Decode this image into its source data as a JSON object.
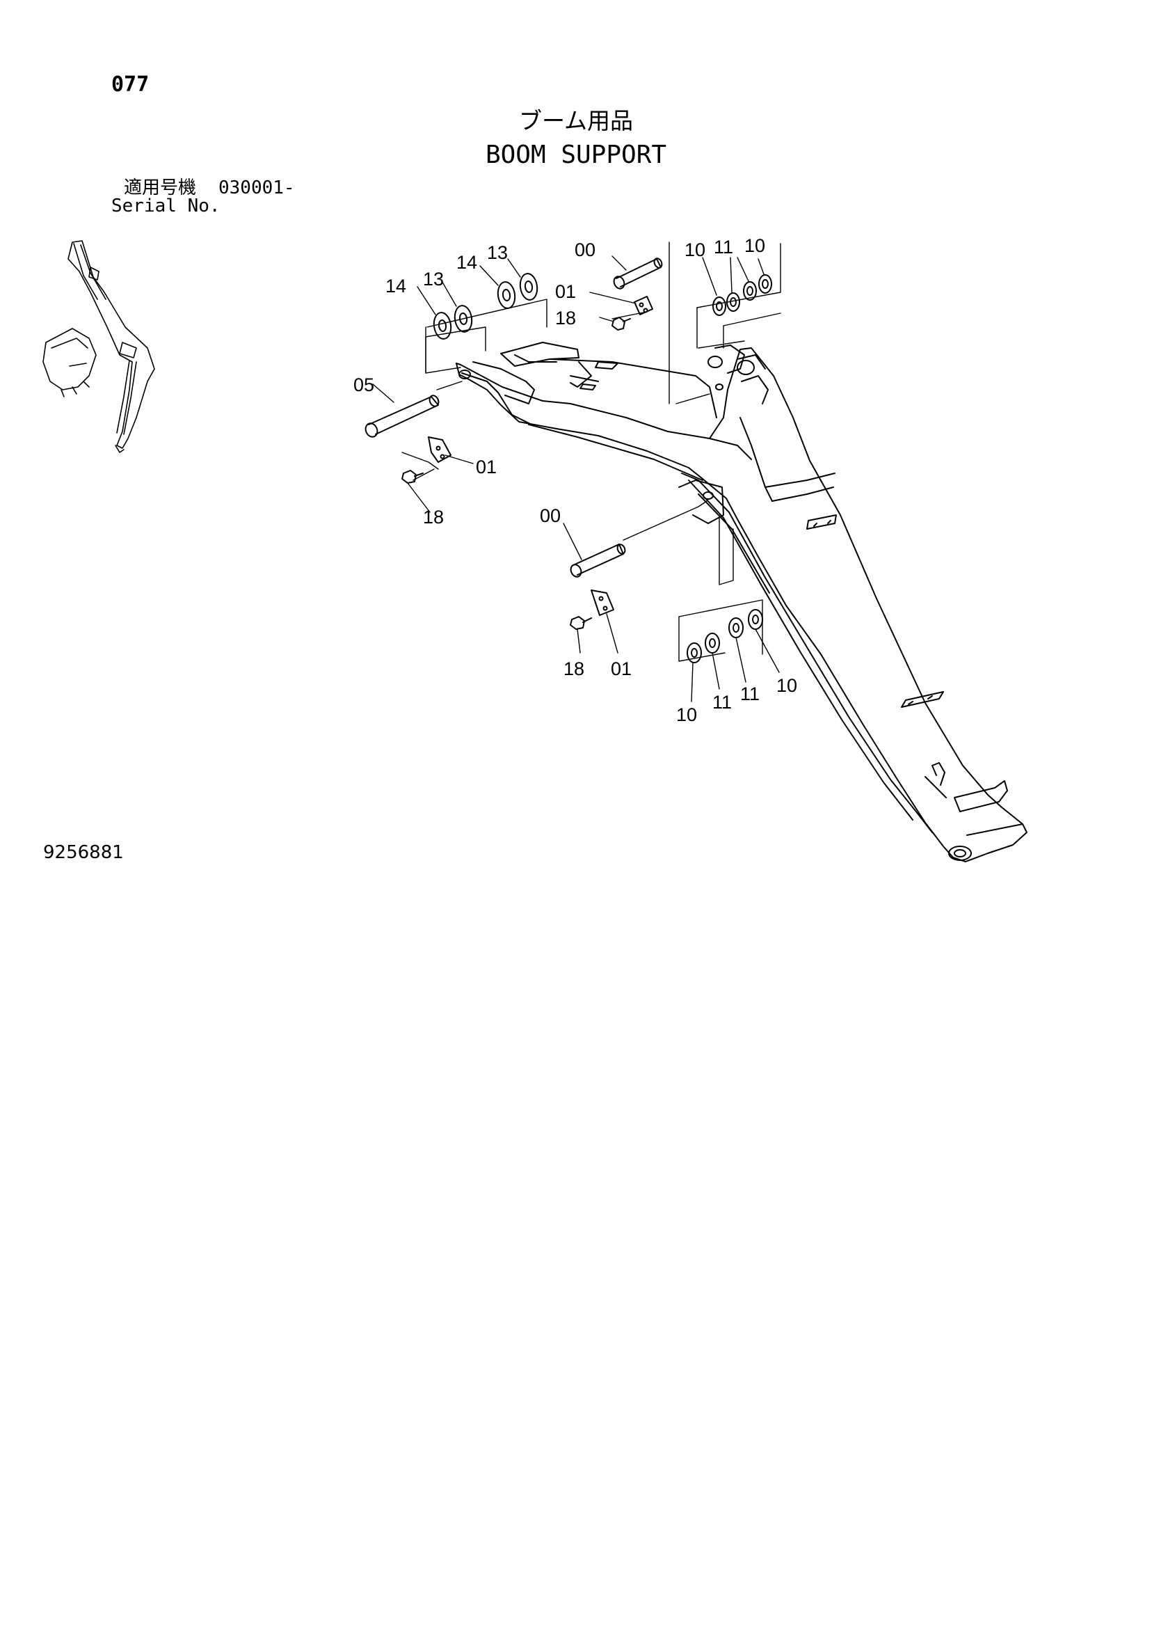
{
  "header": {
    "page_number": "077",
    "title_jp": "ブーム用品",
    "title_en": "BOOM SUPPORT",
    "serial_label_jp": "適用号機",
    "serial_value": "030001-",
    "serial_label_en": "Serial No."
  },
  "footer": {
    "document_id": "9256881"
  },
  "callouts": {
    "c00_top": "00",
    "c10_top_a": "10",
    "c11_top": "11",
    "c10_top_b": "10",
    "c14_a": "14",
    "c13_a": "13",
    "c14_b": "14",
    "c13_b": "13",
    "c01_top": "01",
    "c18_top": "18",
    "c05": "05",
    "c01_mid": "01",
    "c18_mid": "18",
    "c00_low": "00",
    "c18_low": "18",
    "c01_low": "01",
    "c10_low_a": "10",
    "c11_low_a": "11",
    "c11_low_b": "11",
    "c10_low_b": "10"
  }
}
